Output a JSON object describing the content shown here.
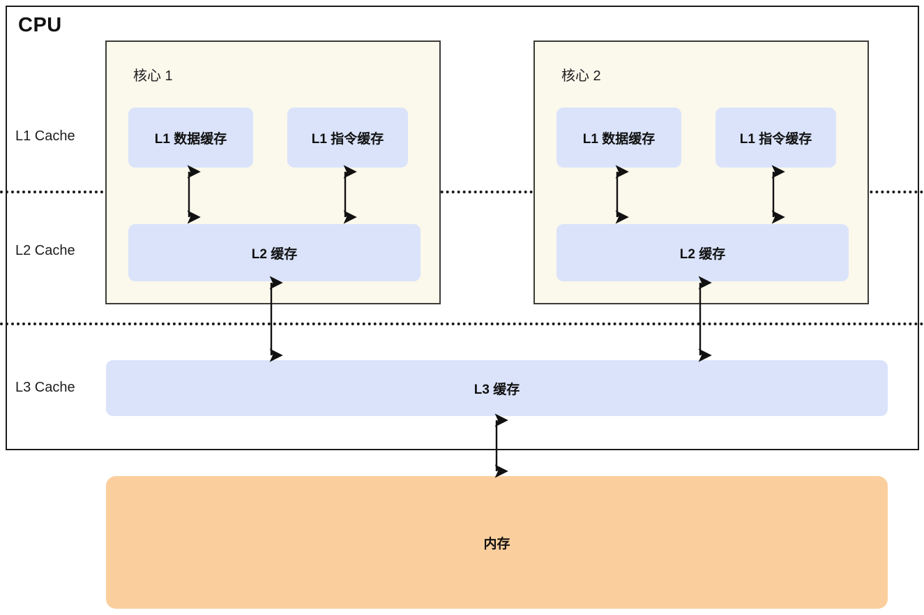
{
  "diagram": {
    "title": "CPU",
    "levels": [
      {
        "id": "l1",
        "label": "L1 Cache"
      },
      {
        "id": "l2",
        "label": "L2 Cache"
      },
      {
        "id": "l3",
        "label": "L3 Cache"
      }
    ],
    "cores": [
      {
        "title": "核心 1",
        "l1_data": "L1 数据缓存",
        "l1_instruction": "L1 指令缓存",
        "l2": "L2 缓存"
      },
      {
        "title": "核心 2",
        "l1_data": "L1 数据缓存",
        "l1_instruction": "L1 指令缓存",
        "l2": "L2 缓存"
      }
    ],
    "l3": {
      "label": "L3 缓存"
    },
    "memory": {
      "label": "内存"
    },
    "colors": {
      "core_fill": "#fbf8ec",
      "core_stroke": "#3b3b36",
      "cache_fill": "#dae3fa",
      "memory_fill": "#fbcf9d",
      "outline": "#1a1a1a",
      "text": "#101010",
      "page_background": "#ffffff"
    },
    "connections": [
      {
        "from": "核心 1 L1 数据缓存",
        "to": "核心 1 L2 缓存",
        "style": "bidirectional"
      },
      {
        "from": "核心 1 L1 指令缓存",
        "to": "核心 1 L2 缓存",
        "style": "bidirectional"
      },
      {
        "from": "核心 2 L1 数据缓存",
        "to": "核心 2 L2 缓存",
        "style": "bidirectional"
      },
      {
        "from": "核心 2 L1 指令缓存",
        "to": "核心 2 L2 缓存",
        "style": "bidirectional"
      },
      {
        "from": "核心 1 L2 缓存",
        "to": "L3 缓存",
        "style": "bidirectional"
      },
      {
        "from": "核心 2 L2 缓存",
        "to": "L3 缓存",
        "style": "bidirectional"
      },
      {
        "from": "L3 缓存",
        "to": "内存",
        "style": "bidirectional"
      }
    ]
  }
}
